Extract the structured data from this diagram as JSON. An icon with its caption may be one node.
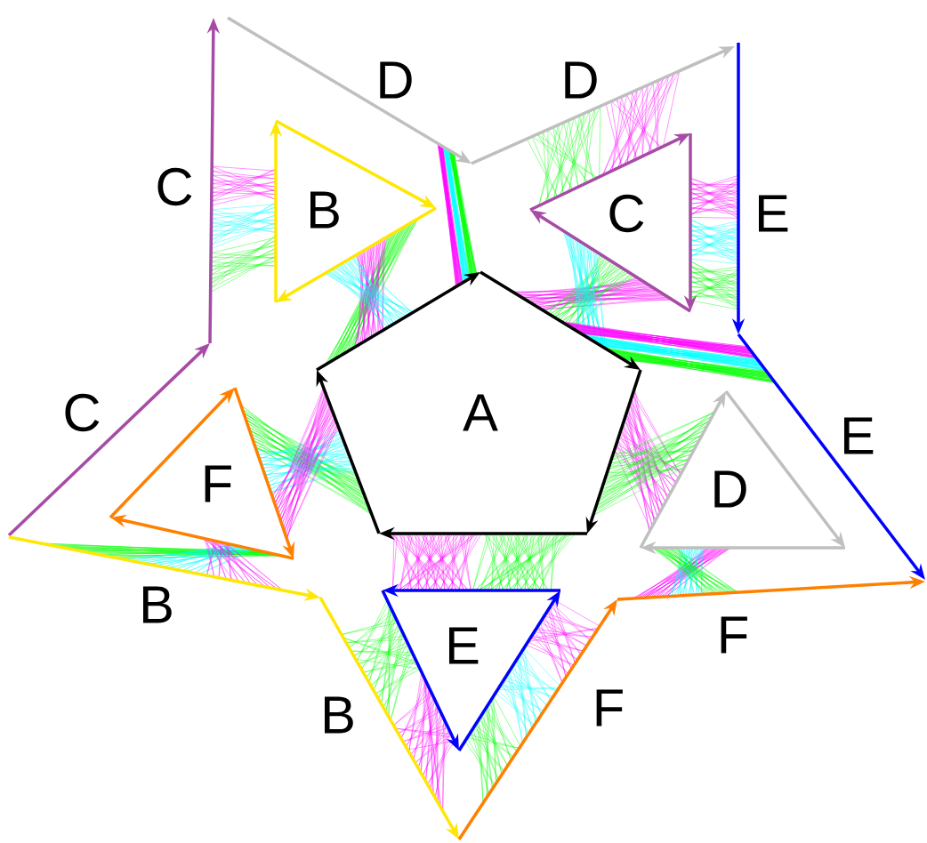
{
  "diagram": {
    "nodes": [
      {
        "text": [
          "D"
        ]
      },
      {
        "text": [
          "D"
        ]
      },
      {
        "text": [
          "C"
        ]
      },
      {
        "text": [
          "E"
        ]
      },
      {
        "text": [
          "C"
        ]
      },
      {
        "text": [
          "E"
        ]
      },
      {
        "text": [
          "B"
        ]
      },
      {
        "text": [
          "F"
        ]
      },
      {
        "text": [
          "B"
        ]
      },
      {
        "text": [
          "F"
        ]
      },
      {
        "text": [
          "A"
        ]
      },
      {
        "text": [
          "B"
        ]
      },
      {
        "text": [
          "C"
        ]
      },
      {
        "text": [
          "D"
        ]
      },
      {
        "text": [
          "E"
        ]
      },
      {
        "text": [
          "F"
        ]
      }
    ],
    "edges": [
      {
        "from": 0,
        "to": 10,
        "arrow": "none",
        "color": "#ff00ff"
      },
      {
        "from": 0,
        "to": 10,
        "arrow": "none",
        "color": "#00ffff"
      },
      {
        "from": 0,
        "to": 10,
        "arrow": "none",
        "color": "#00ff00"
      },
      {
        "from": 11,
        "to": 10,
        "arrow": "none",
        "color": "#00ff00"
      },
      {
        "from": 11,
        "to": 10,
        "arrow": "none",
        "color": "#ff00ff"
      },
      {
        "from": 11,
        "to": 10,
        "arrow": "none",
        "color": "#00ffff"
      },
      {
        "from": 12,
        "to": 10,
        "arrow": "none",
        "color": "#ff00ff"
      },
      {
        "from": 12,
        "to": 10,
        "arrow": "none",
        "color": "#00ff00"
      },
      {
        "from": 12,
        "to": 10,
        "arrow": "none",
        "color": "#00ffff"
      },
      {
        "from": 3,
        "to": 12,
        "arrow": "none",
        "color": "#ff00ff"
      },
      {
        "from": 3,
        "to": 12,
        "arrow": "none",
        "color": "#00ffff"
      },
      {
        "from": 3,
        "to": 12,
        "arrow": "none",
        "color": "#00ff00"
      },
      {
        "from": 10,
        "to": 5,
        "arrow": "none",
        "color": "#ff00ff"
      },
      {
        "from": 10,
        "to": 5,
        "arrow": "none",
        "color": "#00ffff"
      },
      {
        "from": 10,
        "to": 5,
        "arrow": "none",
        "color": "#00ff00"
      },
      {
        "from": 10,
        "to": 13,
        "arrow": "none",
        "color": "#ff00ff"
      },
      {
        "from": 10,
        "to": 13,
        "arrow": "none",
        "color": "#00ff00"
      },
      {
        "from": 10,
        "to": 15,
        "arrow": "none",
        "color": "#00ff00"
      },
      {
        "from": 10,
        "to": 15,
        "arrow": "none",
        "color": "#00ffff"
      },
      {
        "from": 10,
        "to": 15,
        "arrow": "none",
        "color": "#ff00ff"
      },
      {
        "from": 15,
        "to": 6,
        "arrow": "none",
        "color": "#00ff00"
      },
      {
        "from": 15,
        "to": 6,
        "arrow": "none",
        "color": "#00ffff"
      },
      {
        "from": 15,
        "to": 6,
        "arrow": "none",
        "color": "#ff00ff"
      },
      {
        "from": 10,
        "to": 14,
        "arrow": "none",
        "color": "#00ff00"
      },
      {
        "from": 10,
        "to": 14,
        "arrow": "none",
        "color": "#ff00ff"
      },
      {
        "from": 14,
        "to": 8,
        "arrow": "none",
        "color": "#00ff00"
      },
      {
        "from": 14,
        "to": 8,
        "arrow": "none",
        "color": "#ff00ff"
      },
      {
        "from": 14,
        "to": 9,
        "arrow": "none",
        "color": "#00ff00"
      },
      {
        "from": 14,
        "to": 9,
        "arrow": "none",
        "color": "#00ffff"
      },
      {
        "from": 14,
        "to": 9,
        "arrow": "none",
        "color": "#ff00ff"
      },
      {
        "from": 13,
        "to": 7,
        "arrow": "none",
        "color": "#ff00ff"
      },
      {
        "from": 13,
        "to": 7,
        "arrow": "none",
        "color": "#00ffff"
      },
      {
        "from": 13,
        "to": 7,
        "arrow": "none",
        "color": "#00ff00"
      },
      {
        "from": 2,
        "to": 11,
        "arrow": "none",
        "color": "#00ff00"
      },
      {
        "from": 2,
        "to": 11,
        "arrow": "none",
        "color": "#00ffff"
      },
      {
        "from": 2,
        "to": 11,
        "arrow": "none",
        "color": "#ff00ff"
      },
      {
        "from": 1,
        "to": 12,
        "arrow": "none",
        "color": "#00ff00"
      },
      {
        "from": 1,
        "to": 12,
        "arrow": "none",
        "color": "#ff00ff"
      }
    ]
  }
}
